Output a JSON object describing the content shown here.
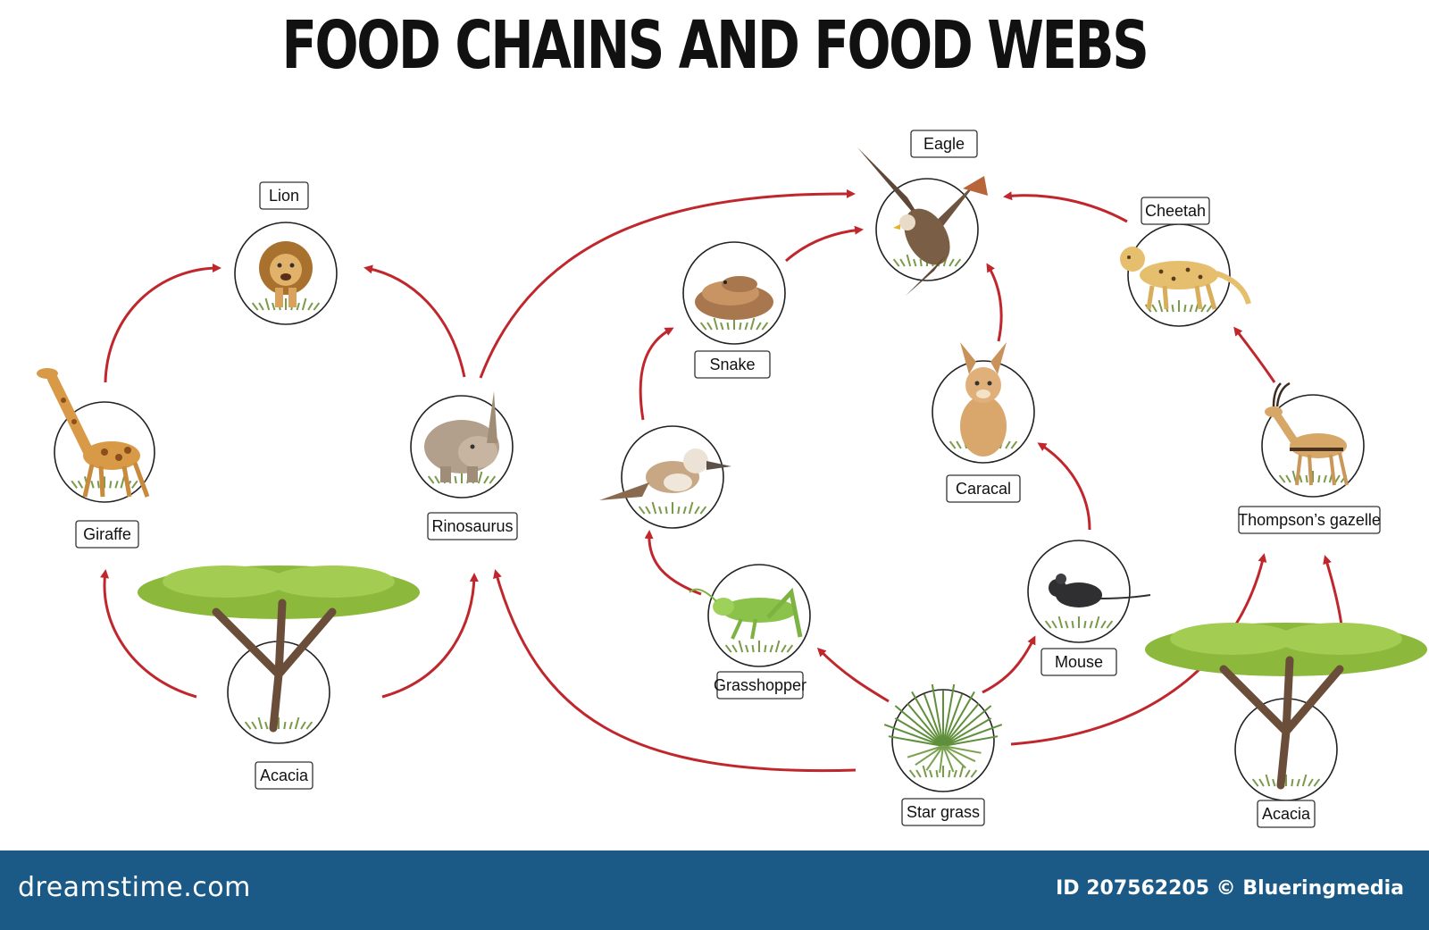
{
  "title": "FOOD CHAINS AND FOOD WEBS",
  "colors": {
    "arrow": "#c0272d",
    "footer_bg": "#1b5a86",
    "node_border": "#222222"
  },
  "nodes": [
    {
      "id": "lion",
      "label": "Lion",
      "icon": "lion-icon"
    },
    {
      "id": "giraffe",
      "label": "Giraffe",
      "icon": "giraffe-icon"
    },
    {
      "id": "rhino",
      "label": "Rinosaurus",
      "icon": "rhinoceros-icon"
    },
    {
      "id": "acacia1",
      "label": "Acacia",
      "icon": "acacia-tree-icon"
    },
    {
      "id": "eagle",
      "label": "Eagle",
      "icon": "eagle-icon"
    },
    {
      "id": "snake",
      "label": "Snake",
      "icon": "snake-icon"
    },
    {
      "id": "bird",
      "label": "",
      "icon": "kookaburra-bird-icon"
    },
    {
      "id": "grasshopper",
      "label": "Grasshopper",
      "icon": "grasshopper-icon"
    },
    {
      "id": "caracal",
      "label": "Caracal",
      "icon": "caracal-icon"
    },
    {
      "id": "mouse",
      "label": "Mouse",
      "icon": "mouse-icon"
    },
    {
      "id": "stargrass",
      "label": "Star grass",
      "icon": "star-grass-icon"
    },
    {
      "id": "cheetah",
      "label": "Cheetah",
      "icon": "cheetah-icon"
    },
    {
      "id": "gazelle",
      "label": "Thompson’s gazelle",
      "icon": "gazelle-icon"
    },
    {
      "id": "acacia2",
      "label": "Acacia",
      "icon": "acacia-tree-icon"
    }
  ],
  "edges": [
    {
      "from": "acacia1",
      "to": "giraffe"
    },
    {
      "from": "acacia1",
      "to": "rhino"
    },
    {
      "from": "giraffe",
      "to": "lion"
    },
    {
      "from": "rhino",
      "to": "lion"
    },
    {
      "from": "rhino",
      "to": "eagle"
    },
    {
      "from": "snake",
      "to": "eagle"
    },
    {
      "from": "bird",
      "to": "snake"
    },
    {
      "from": "grasshopper",
      "to": "bird"
    },
    {
      "from": "stargrass",
      "to": "grasshopper"
    },
    {
      "from": "stargrass",
      "to": "rhino"
    },
    {
      "from": "stargrass",
      "to": "mouse"
    },
    {
      "from": "mouse",
      "to": "caracal"
    },
    {
      "from": "caracal",
      "to": "eagle"
    },
    {
      "from": "stargrass",
      "to": "gazelle"
    },
    {
      "from": "acacia2",
      "to": "gazelle"
    },
    {
      "from": "gazelle",
      "to": "cheetah"
    },
    {
      "from": "cheetah",
      "to": "eagle"
    }
  ],
  "footer": {
    "site": "dreamstime.com",
    "credit": "ID 207562205 © Blueringmedia"
  }
}
